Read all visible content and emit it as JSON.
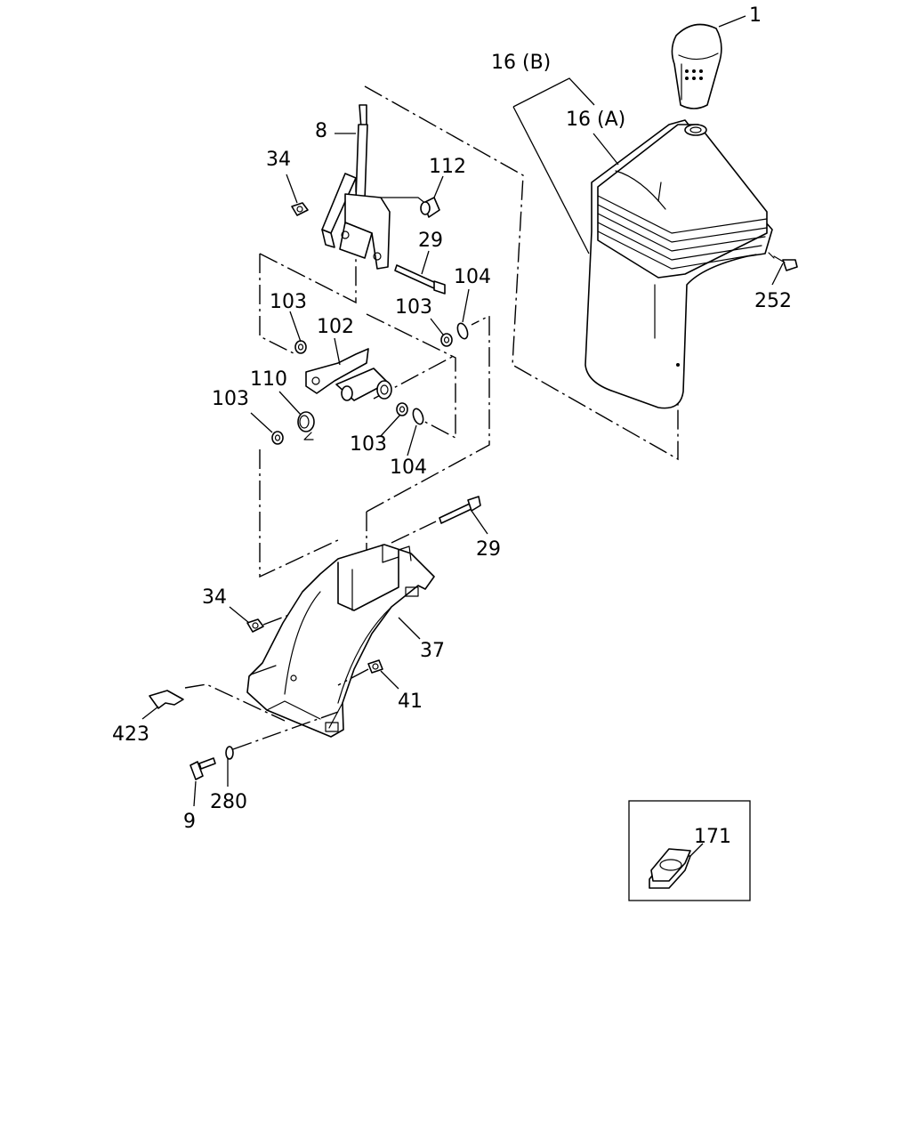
{
  "callouts": {
    "c1": "1",
    "c16b": "16 (B)",
    "c16a": "16 (A)",
    "c8": "8",
    "c34_top": "34",
    "c112": "112",
    "c29_top": "29",
    "c104_top": "104",
    "c103_left": "103",
    "c102": "102",
    "c103_right": "103",
    "c110": "110",
    "c103_far": "103",
    "c103_bottom": "103",
    "c104_bottom": "104",
    "c252": "252",
    "c29_bottom": "29",
    "c34_bottom": "34",
    "c37": "37",
    "c41": "41",
    "c423": "423",
    "c280": "280",
    "c9": "9",
    "c171": "171"
  }
}
